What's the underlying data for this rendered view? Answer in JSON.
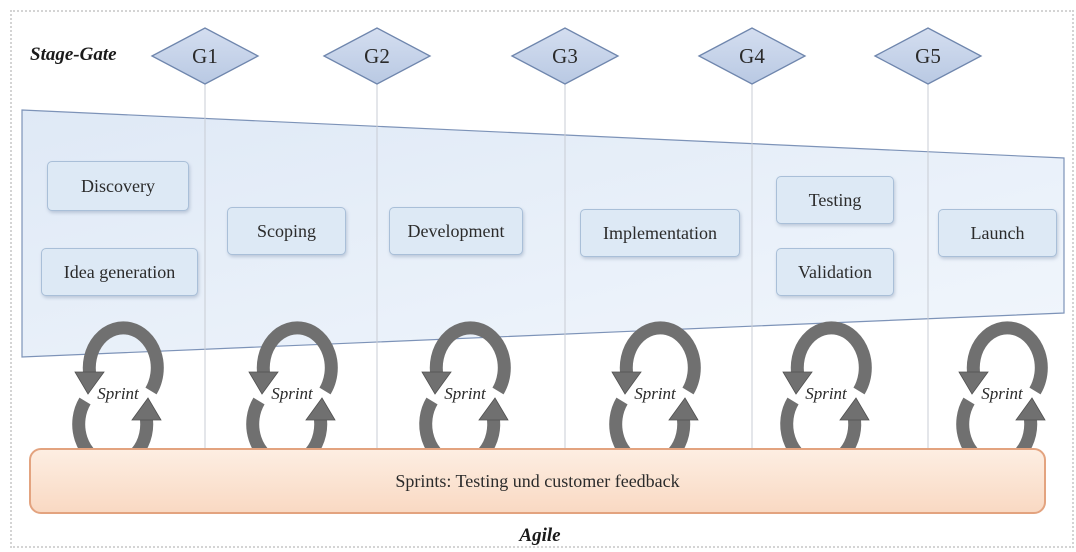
{
  "stage_gate_title": "Stage-Gate",
  "agile_title": "Agile",
  "gates": [
    "G1",
    "G2",
    "G3",
    "G4",
    "G5"
  ],
  "stages": [
    [
      "Discovery",
      "Idea generation"
    ],
    [
      "Scoping"
    ],
    [
      "Development"
    ],
    [
      "Implementation"
    ],
    [
      "Testing",
      "Validation"
    ],
    [
      "Launch"
    ]
  ],
  "sprint_label": "Sprint",
  "agile_bar_label": "Sprints: Testing und customer feedback",
  "colors": {
    "gate_fill": "#c9d6ea",
    "gate_stroke": "#6f86ad",
    "funnel_fill": "#e8f0fa",
    "funnel_stroke": "#7d93b8",
    "box_fill": "#dde9f5",
    "agile_fill": "#fbe2d0",
    "agile_stroke": "#e3a37f",
    "arrow": "#707070"
  }
}
